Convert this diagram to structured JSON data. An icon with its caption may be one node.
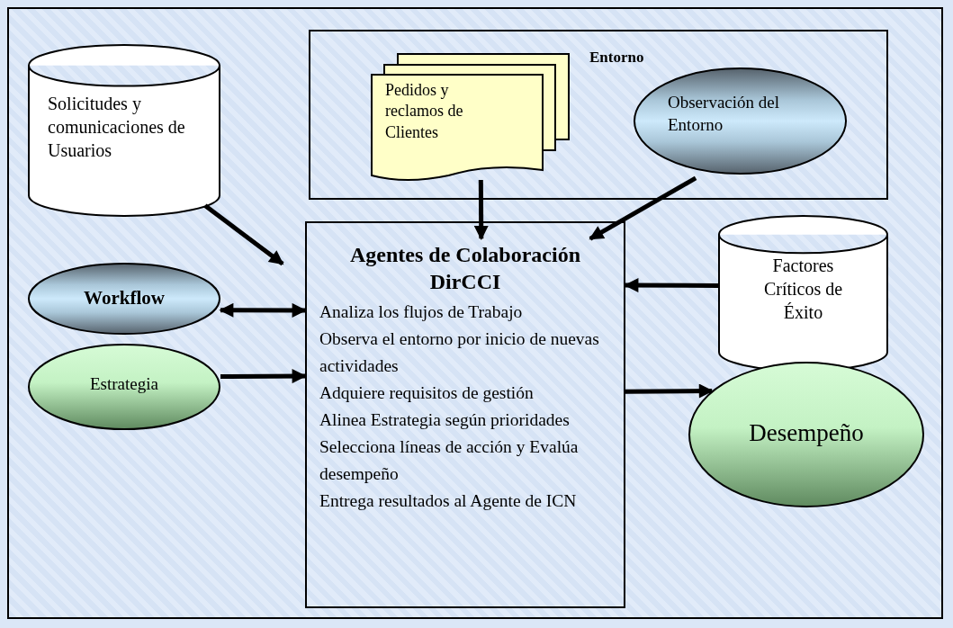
{
  "diagram": {
    "nodes": [
      {
        "text": [
          "Entorno"
        ]
      },
      {
        "text": [
          "Pedidos y reclamos de Clientes"
        ],
        "in": 0
      },
      {
        "text": [
          "Observación del Entorno"
        ],
        "in": 0
      },
      {
        "text": [
          "Solicitudes y comunicaciones de Usuarios"
        ]
      },
      {
        "text": [
          "Agentes de Colaboración DirCCI",
          "Analiza los flujos de Trabajo",
          "Observa el entorno por inicio de nuevas actividades",
          "Adquiere requisitos de gestión",
          "Alinea Estrategia según prioridades",
          "Selecciona líneas de acción y Evalúa desempeño",
          "Entrega resultados al Agente de ICN"
        ]
      },
      {
        "text": [
          "Workflow"
        ]
      },
      {
        "text": [
          "Estrategia"
        ]
      },
      {
        "text": [
          "Factores Críticos de Éxito"
        ]
      },
      {
        "text": [
          "Desempeño"
        ]
      }
    ],
    "edges": [
      {
        "from": 3,
        "to": 4,
        "arrow": "to"
      },
      {
        "from": 1,
        "to": 4,
        "arrow": "to"
      },
      {
        "from": 2,
        "to": 4,
        "arrow": "to"
      },
      {
        "from": 5,
        "to": 4,
        "arrow": "both"
      },
      {
        "from": 6,
        "to": 4,
        "arrow": "to"
      },
      {
        "from": 7,
        "to": 4,
        "arrow": "to"
      },
      {
        "from": 4,
        "to": 8,
        "arrow": "to"
      }
    ]
  }
}
